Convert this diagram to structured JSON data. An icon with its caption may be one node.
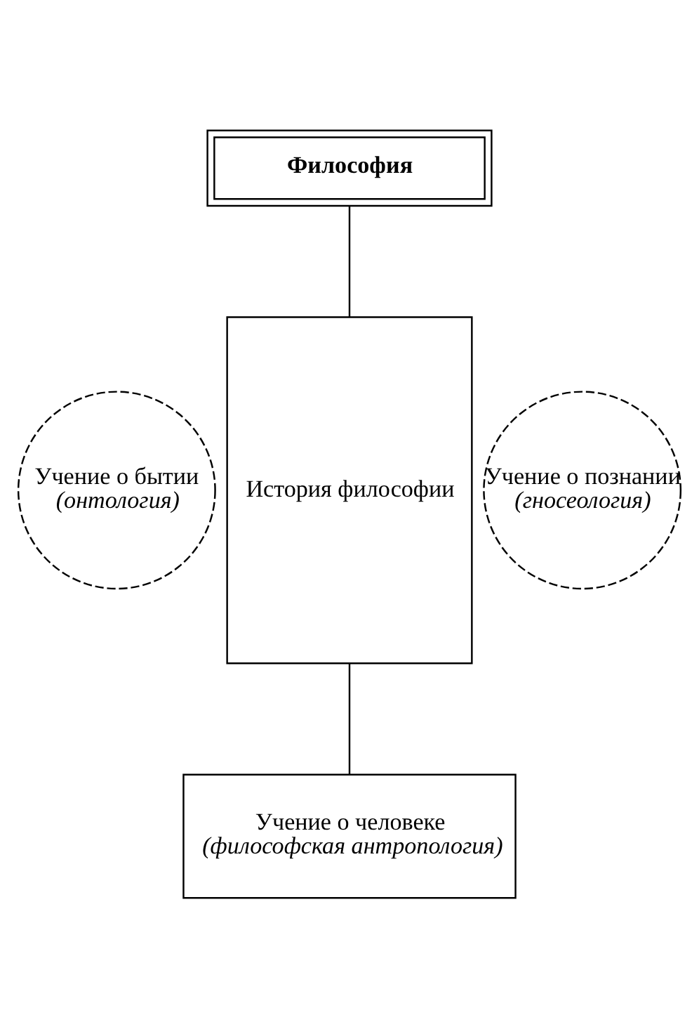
{
  "diagram": {
    "nodes": [
      {
        "text": [
          "Философия"
        ]
      },
      {
        "text": [
          "История философии"
        ]
      },
      {
        "text": [
          "Учение о бытии",
          "(онтология)"
        ]
      },
      {
        "text": [
          "Учение о познании",
          "(гносеология)"
        ]
      },
      {
        "text": [
          "Учение о человеке",
          "(философская антропология)"
        ]
      }
    ],
    "edges": [
      {
        "from": 0,
        "to": 1,
        "arrow": "none"
      },
      {
        "from": 1,
        "to": 4,
        "arrow": "none"
      }
    ]
  }
}
